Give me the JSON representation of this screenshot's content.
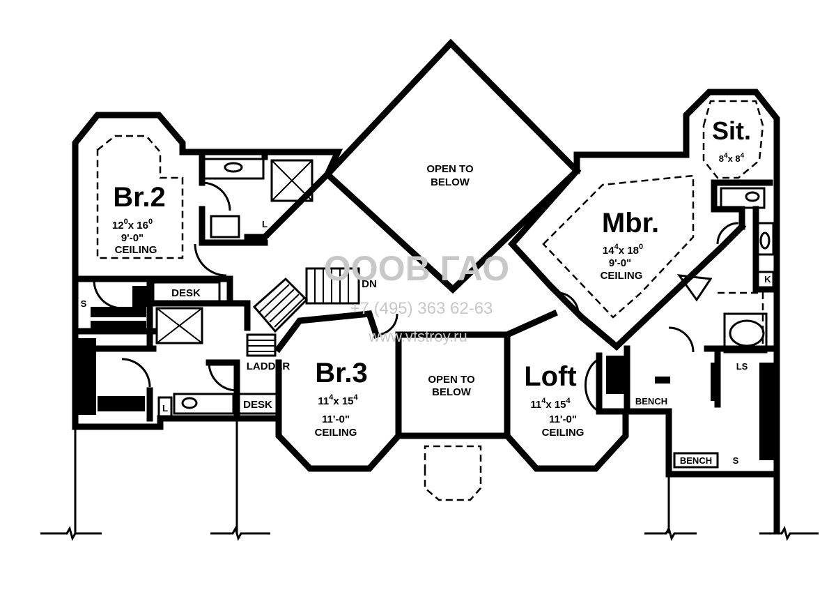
{
  "rooms": {
    "br2": {
      "name": "Br.2",
      "size_a": "12",
      "sup_a": "0",
      "size_b": "x 16",
      "sup_b": "0",
      "ceiling": "9'-0\"",
      "ceiling_label": "CEILING"
    },
    "br3": {
      "name": "Br.3",
      "size_a": "11",
      "sup_a": "4",
      "size_b": "x 15",
      "sup_b": "4",
      "ceiling": "11'-0\"",
      "ceiling_label": "CEILING"
    },
    "loft": {
      "name": "Loft",
      "size_a": "11",
      "sup_a": "4",
      "size_b": "x 15",
      "sup_b": "4",
      "ceiling": "11'-0\"",
      "ceiling_label": "CEILING"
    },
    "mbr": {
      "name": "Mbr.",
      "size_a": "14",
      "sup_a": "4",
      "size_b": "x 18",
      "sup_b": "0",
      "ceiling": "9'-0\"",
      "ceiling_label": "CEILING"
    },
    "sit": {
      "name": "Sit.",
      "size_a": "8",
      "sup_a": "4",
      "size_b": "x 8",
      "sup_b": "4"
    }
  },
  "open_to_below": {
    "line1": "OPEN TO",
    "line2": "BELOW"
  },
  "labels": {
    "desk": "DESK",
    "ladder": "LADDER",
    "bench": "BENCH",
    "dn": "DN",
    "l": "L",
    "k": "K",
    "s": "S",
    "ls": "LS"
  },
  "watermark": {
    "logo": "ОООВ ГАО",
    "phone": "+7 (495) 363 62-63",
    "url": "www.vfstroy.ru"
  }
}
